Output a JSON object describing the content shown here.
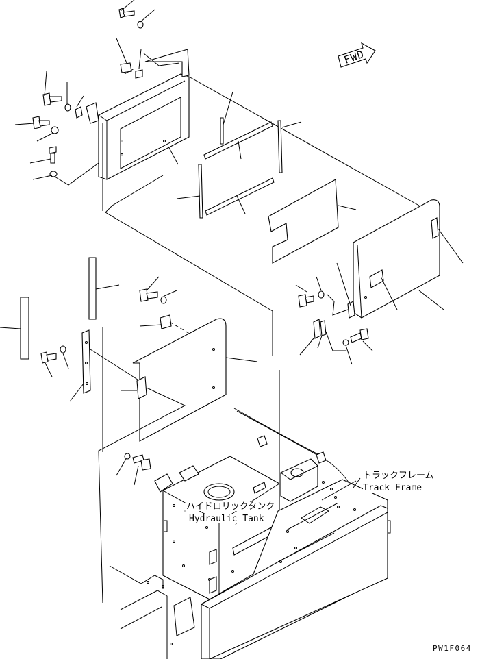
{
  "direction_marker": {
    "text": "FWD"
  },
  "labels": {
    "track_frame_jp": "トラックフレーム",
    "track_frame_en": "Track Frame",
    "hydraulic_tank_jp": "ハイドロリックタンク",
    "hydraulic_tank_en": "Hydraulic Tank"
  },
  "drawing_code": "PW1F064"
}
